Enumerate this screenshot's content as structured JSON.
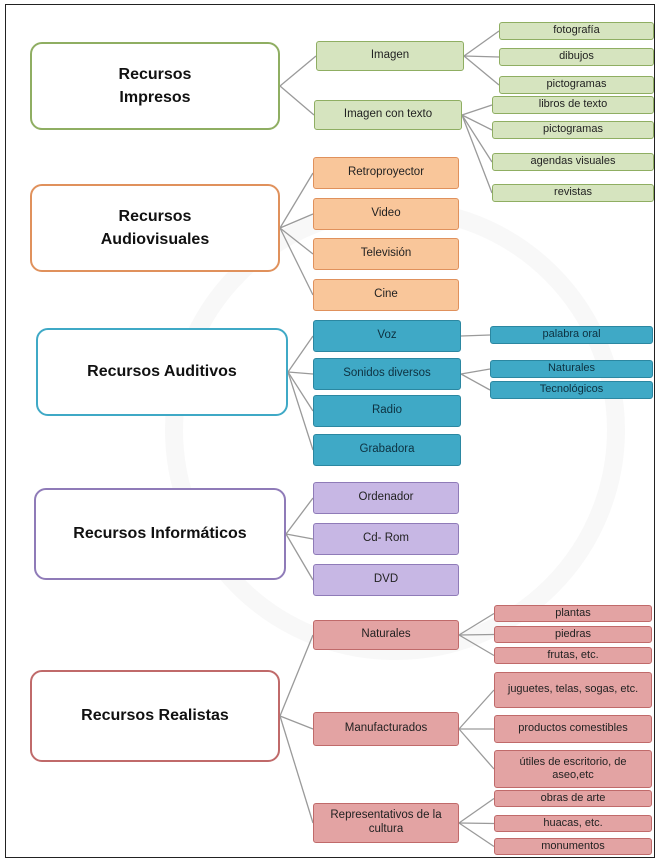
{
  "groups": [
    {
      "root": "Recursos\nImpresos",
      "color": "#8fae62",
      "items": [
        {
          "label": "Imagen",
          "children": [
            "fotografía",
            "dibujos",
            "pictogramas"
          ]
        },
        {
          "label": "Imagen con texto",
          "children": [
            "libros de texto",
            "pictogramas",
            "agendas visuales",
            "revistas"
          ]
        }
      ]
    },
    {
      "root": "Recursos\nAudiovisuales",
      "color": "#e0915c",
      "items": [
        {
          "label": "Retroproyector"
        },
        {
          "label": "Video"
        },
        {
          "label": "Televisión"
        },
        {
          "label": "Cine"
        }
      ]
    },
    {
      "root": "Recursos Auditivos",
      "color": "#3fa9c6",
      "items": [
        {
          "label": "Voz",
          "children": [
            "palabra oral"
          ]
        },
        {
          "label": "Sonidos diversos",
          "children": [
            "Naturales",
            "Tecnológicos"
          ]
        },
        {
          "label": "Radio"
        },
        {
          "label": "Grabadora"
        }
      ]
    },
    {
      "root": "Recursos Informáticos",
      "color": "#8f7bb8",
      "items": [
        {
          "label": "Ordenador"
        },
        {
          "label": "Cd- Rom"
        },
        {
          "label": "DVD"
        }
      ]
    },
    {
      "root": "Recursos Realistas",
      "color": "#c06a6a",
      "items": [
        {
          "label": "Naturales",
          "children": [
            "plantas",
            "piedras",
            "frutas, etc."
          ]
        },
        {
          "label": "Manufacturados",
          "children": [
            "juguetes, telas, sogas, etc.",
            "productos comestibles",
            "útiles de escritorio, de aseo,etc"
          ]
        },
        {
          "label": "Representativos de la cultura",
          "children": [
            "obras de arte",
            "huacas, etc.",
            "monumentos"
          ]
        }
      ]
    }
  ]
}
